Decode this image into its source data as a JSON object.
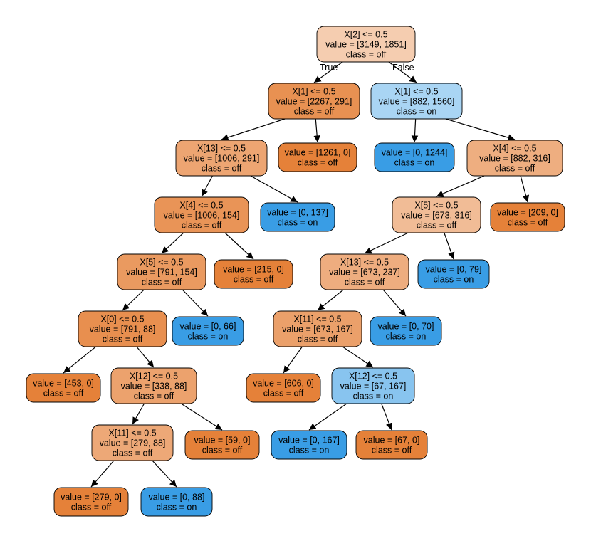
{
  "edge_labels": {
    "true_label": "True",
    "false_label": "False"
  },
  "colors": {
    "off_strong": "#e58139",
    "on_strong": "#399de5",
    "root": "#f5cdb0",
    "off_mid": "#ea9a60",
    "off_mid2": "#f0b890",
    "off_light": "#f3c3a0",
    "off_pale": "#f1bd97",
    "on_light": "#a7d3f3",
    "on_mid": "#83c1ef"
  },
  "nodes": [
    {
      "id": "n0",
      "lines": [
        "X[2] <= 0.5",
        "value = [3149, 1851]",
        "class = off"
      ],
      "fill": "#f5cdb0"
    },
    {
      "id": "n1",
      "lines": [
        "X[1] <= 0.5",
        "value = [2267, 291]",
        "class = off"
      ],
      "fill": "#e89152"
    },
    {
      "id": "n2",
      "lines": [
        "X[1] <= 0.5",
        "value = [882, 1560]",
        "class = on"
      ],
      "fill": "#a9d5f4"
    },
    {
      "id": "n3",
      "lines": [
        "X[13] <= 0.5",
        "value = [1006, 291]",
        "class = off"
      ],
      "fill": "#eda572"
    },
    {
      "id": "n4",
      "lines": [
        "value = [1261, 0]",
        "class = off"
      ],
      "fill": "#e58139"
    },
    {
      "id": "n5",
      "lines": [
        "value = [0, 1244]",
        "class = on"
      ],
      "fill": "#399de5"
    },
    {
      "id": "n6",
      "lines": [
        "X[4] <= 0.5",
        "value = [882, 316]",
        "class = off"
      ],
      "fill": "#eeae80"
    },
    {
      "id": "n7",
      "lines": [
        "X[4] <= 0.5",
        "value = [1006, 154]",
        "class = off"
      ],
      "fill": "#e99457"
    },
    {
      "id": "n8",
      "lines": [
        "value = [0, 137]",
        "class = on"
      ],
      "fill": "#399de5"
    },
    {
      "id": "n9",
      "lines": [
        "X[5] <= 0.5",
        "value = [673, 316]",
        "class = off"
      ],
      "fill": "#f1bc96"
    },
    {
      "id": "n10",
      "lines": [
        "value = [209, 0]",
        "class = off"
      ],
      "fill": "#e58139"
    },
    {
      "id": "n11",
      "lines": [
        "X[5] <= 0.5",
        "value = [791, 154]",
        "class = off"
      ],
      "fill": "#ea9a60"
    },
    {
      "id": "n12",
      "lines": [
        "value = [215, 0]",
        "class = off"
      ],
      "fill": "#e58139"
    },
    {
      "id": "n13",
      "lines": [
        "X[13] <= 0.5",
        "value = [673, 237]",
        "class = off"
      ],
      "fill": "#eead7f"
    },
    {
      "id": "n14",
      "lines": [
        "value = [0, 79]",
        "class = on"
      ],
      "fill": "#399de5"
    },
    {
      "id": "n15",
      "lines": [
        "X[0] <= 0.5",
        "value = [791, 88]",
        "class = off"
      ],
      "fill": "#e88f4f"
    },
    {
      "id": "n16",
      "lines": [
        "value = [0, 66]",
        "class = on"
      ],
      "fill": "#399de5"
    },
    {
      "id": "n17",
      "lines": [
        "X[11] <= 0.5",
        "value = [673, 167]",
        "class = off"
      ],
      "fill": "#eba06a"
    },
    {
      "id": "n18",
      "lines": [
        "value = [0, 70]",
        "class = on"
      ],
      "fill": "#399de5"
    },
    {
      "id": "n19",
      "lines": [
        "value = [453, 0]",
        "class = off"
      ],
      "fill": "#e58139"
    },
    {
      "id": "n20",
      "lines": [
        "X[12] <= 0.5",
        "value = [338, 88]",
        "class = off"
      ],
      "fill": "#eca26d"
    },
    {
      "id": "n21",
      "lines": [
        "value = [606, 0]",
        "class = off"
      ],
      "fill": "#e58139"
    },
    {
      "id": "n22",
      "lines": [
        "X[12] <= 0.5",
        "value = [67, 167]",
        "class = on"
      ],
      "fill": "#88c4ef"
    },
    {
      "id": "n23",
      "lines": [
        "X[11] <= 0.5",
        "value = [279, 88]",
        "class = off"
      ],
      "fill": "#eda877"
    },
    {
      "id": "n24",
      "lines": [
        "value = [59, 0]",
        "class = off"
      ],
      "fill": "#e58139"
    },
    {
      "id": "n25",
      "lines": [
        "value = [0, 167]",
        "class = on"
      ],
      "fill": "#399de5"
    },
    {
      "id": "n26",
      "lines": [
        "value = [67, 0]",
        "class = off"
      ],
      "fill": "#e58139"
    },
    {
      "id": "n27",
      "lines": [
        "value = [279, 0]",
        "class = off"
      ],
      "fill": "#e58139"
    },
    {
      "id": "n28",
      "lines": [
        "value = [0, 88]",
        "class = on"
      ],
      "fill": "#399de5"
    }
  ],
  "edges": [
    [
      "n0",
      "n1"
    ],
    [
      "n0",
      "n2"
    ],
    [
      "n1",
      "n3"
    ],
    [
      "n1",
      "n4"
    ],
    [
      "n2",
      "n5"
    ],
    [
      "n2",
      "n6"
    ],
    [
      "n3",
      "n7"
    ],
    [
      "n3",
      "n8"
    ],
    [
      "n6",
      "n9"
    ],
    [
      "n6",
      "n10"
    ],
    [
      "n7",
      "n11"
    ],
    [
      "n7",
      "n12"
    ],
    [
      "n9",
      "n13"
    ],
    [
      "n9",
      "n14"
    ],
    [
      "n11",
      "n15"
    ],
    [
      "n11",
      "n16"
    ],
    [
      "n13",
      "n17"
    ],
    [
      "n13",
      "n18"
    ],
    [
      "n15",
      "n19"
    ],
    [
      "n15",
      "n20"
    ],
    [
      "n17",
      "n21"
    ],
    [
      "n17",
      "n22"
    ],
    [
      "n20",
      "n23"
    ],
    [
      "n20",
      "n24"
    ],
    [
      "n22",
      "n25"
    ],
    [
      "n22",
      "n26"
    ],
    [
      "n23",
      "n27"
    ],
    [
      "n23",
      "n28"
    ]
  ]
}
